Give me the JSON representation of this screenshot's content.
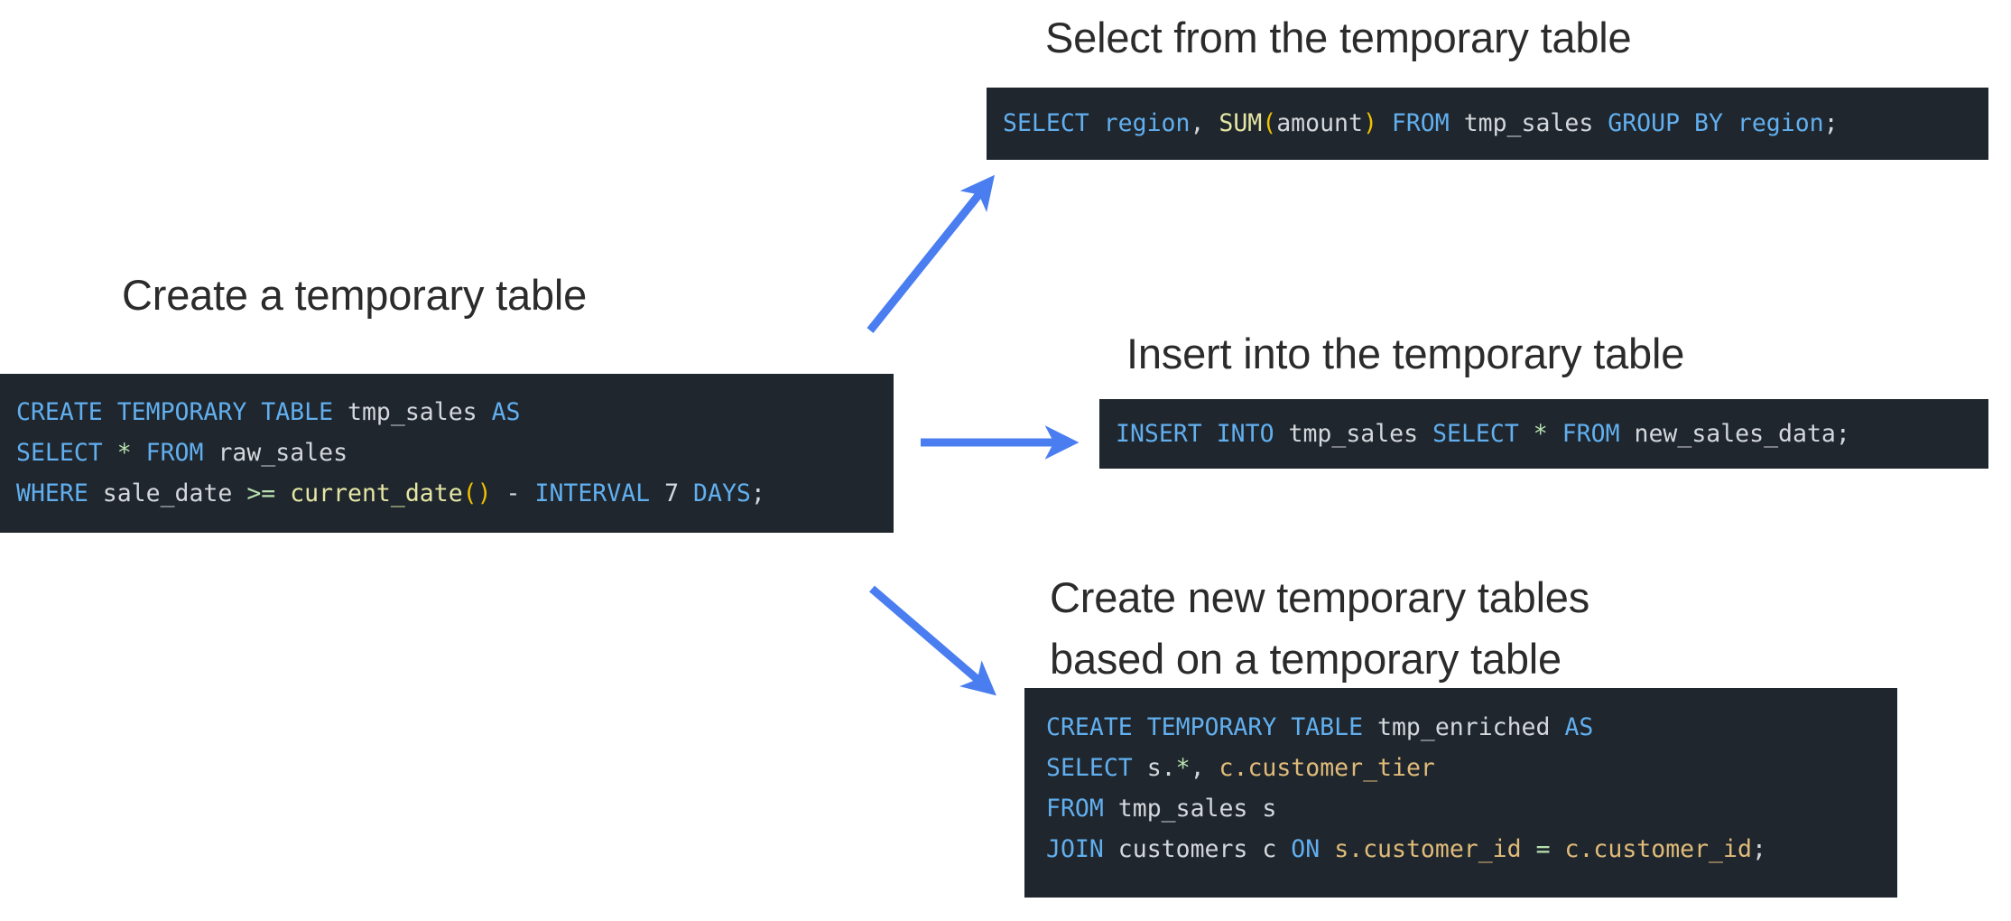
{
  "page": {
    "background": "#ffffff",
    "heading_color": "#2b2b2b",
    "code_background": "#1f262d",
    "arrow_color": "#4a7ef0"
  },
  "headings": {
    "select": "Select from the temporary table",
    "create": "Create a temporary table",
    "insert": "Insert into the temporary table",
    "enrich": "Create new temporary tables\nbased on a temporary table"
  },
  "code_blocks": {
    "create": {
      "lines": [
        "CREATE TEMPORARY TABLE tmp_sales AS",
        "SELECT * FROM raw_sales",
        "WHERE sale_date >= current_date() - INTERVAL 7 DAYS;"
      ],
      "tokens": [
        [
          {
            "t": "CREATE",
            "c": "kw"
          },
          {
            "t": " ",
            "c": "id"
          },
          {
            "t": "TEMPORARY",
            "c": "kw"
          },
          {
            "t": " ",
            "c": "id"
          },
          {
            "t": "TABLE",
            "c": "kw"
          },
          {
            "t": " ",
            "c": "id"
          },
          {
            "t": "tmp_sales",
            "c": "id"
          },
          {
            "t": " ",
            "c": "id"
          },
          {
            "t": "AS",
            "c": "kw"
          }
        ],
        [
          {
            "t": "SELECT",
            "c": "kw"
          },
          {
            "t": " ",
            "c": "id"
          },
          {
            "t": "*",
            "c": "op"
          },
          {
            "t": " ",
            "c": "id"
          },
          {
            "t": "FROM",
            "c": "kw"
          },
          {
            "t": " ",
            "c": "id"
          },
          {
            "t": "raw_sales",
            "c": "id"
          }
        ],
        [
          {
            "t": "WHERE",
            "c": "kw"
          },
          {
            "t": " ",
            "c": "id"
          },
          {
            "t": "sale_date",
            "c": "id"
          },
          {
            "t": " ",
            "c": "id"
          },
          {
            "t": ">=",
            "c": "op"
          },
          {
            "t": " ",
            "c": "id"
          },
          {
            "t": "current_date",
            "c": "fn"
          },
          {
            "t": "()",
            "c": "par"
          },
          {
            "t": " ",
            "c": "id"
          },
          {
            "t": "-",
            "c": "id"
          },
          {
            "t": " ",
            "c": "id"
          },
          {
            "t": "INTERVAL",
            "c": "kw"
          },
          {
            "t": " ",
            "c": "id"
          },
          {
            "t": "7",
            "c": "num"
          },
          {
            "t": " ",
            "c": "id"
          },
          {
            "t": "DAYS",
            "c": "kw"
          },
          {
            "t": ";",
            "c": "punc"
          }
        ]
      ]
    },
    "select": {
      "lines": [
        "SELECT region, SUM(amount) FROM tmp_sales GROUP BY region;"
      ],
      "tokens": [
        [
          {
            "t": "SELECT",
            "c": "kw"
          },
          {
            "t": " ",
            "c": "id"
          },
          {
            "t": "region",
            "c": "kw"
          },
          {
            "t": ",",
            "c": "punc"
          },
          {
            "t": " ",
            "c": "id"
          },
          {
            "t": "SUM",
            "c": "fn"
          },
          {
            "t": "(",
            "c": "par"
          },
          {
            "t": "amount",
            "c": "id"
          },
          {
            "t": ")",
            "c": "par"
          },
          {
            "t": " ",
            "c": "id"
          },
          {
            "t": "FROM",
            "c": "kw"
          },
          {
            "t": " ",
            "c": "id"
          },
          {
            "t": "tmp_sales",
            "c": "id"
          },
          {
            "t": " ",
            "c": "id"
          },
          {
            "t": "GROUP",
            "c": "kw"
          },
          {
            "t": " ",
            "c": "id"
          },
          {
            "t": "BY",
            "c": "kw"
          },
          {
            "t": " ",
            "c": "id"
          },
          {
            "t": "region",
            "c": "kw"
          },
          {
            "t": ";",
            "c": "punc"
          }
        ]
      ]
    },
    "insert": {
      "lines": [
        "INSERT INTO tmp_sales SELECT * FROM new_sales_data;"
      ],
      "tokens": [
        [
          {
            "t": "INSERT",
            "c": "kw"
          },
          {
            "t": " ",
            "c": "id"
          },
          {
            "t": "INTO",
            "c": "kw"
          },
          {
            "t": " ",
            "c": "id"
          },
          {
            "t": "tmp_sales",
            "c": "id"
          },
          {
            "t": " ",
            "c": "id"
          },
          {
            "t": "SELECT",
            "c": "kw"
          },
          {
            "t": " ",
            "c": "id"
          },
          {
            "t": "*",
            "c": "op"
          },
          {
            "t": " ",
            "c": "id"
          },
          {
            "t": "FROM",
            "c": "kw"
          },
          {
            "t": " ",
            "c": "id"
          },
          {
            "t": "new_sales_data",
            "c": "id"
          },
          {
            "t": ";",
            "c": "punc"
          }
        ]
      ]
    },
    "enrich": {
      "lines": [
        "CREATE TEMPORARY TABLE tmp_enriched AS",
        "SELECT s.*, c.customer_tier",
        "FROM tmp_sales s",
        "JOIN customers c ON s.customer_id = c.customer_id;"
      ],
      "tokens": [
        [
          {
            "t": "CREATE",
            "c": "kw"
          },
          {
            "t": " ",
            "c": "id"
          },
          {
            "t": "TEMPORARY",
            "c": "kw"
          },
          {
            "t": " ",
            "c": "id"
          },
          {
            "t": "TABLE",
            "c": "kw"
          },
          {
            "t": " ",
            "c": "id"
          },
          {
            "t": "tmp_enriched",
            "c": "id"
          },
          {
            "t": " ",
            "c": "id"
          },
          {
            "t": "AS",
            "c": "kw"
          }
        ],
        [
          {
            "t": "SELECT",
            "c": "kw"
          },
          {
            "t": " ",
            "c": "id"
          },
          {
            "t": "s.",
            "c": "id"
          },
          {
            "t": "*",
            "c": "op"
          },
          {
            "t": ",",
            "c": "punc"
          },
          {
            "t": " ",
            "c": "id"
          },
          {
            "t": "c.customer_tier",
            "c": "col"
          }
        ],
        [
          {
            "t": "FROM",
            "c": "kw"
          },
          {
            "t": " ",
            "c": "id"
          },
          {
            "t": "tmp_sales",
            "c": "id"
          },
          {
            "t": " ",
            "c": "id"
          },
          {
            "t": "s",
            "c": "id"
          }
        ],
        [
          {
            "t": "JOIN",
            "c": "kw"
          },
          {
            "t": " ",
            "c": "id"
          },
          {
            "t": "customers",
            "c": "id"
          },
          {
            "t": " ",
            "c": "id"
          },
          {
            "t": "c",
            "c": "id"
          },
          {
            "t": " ",
            "c": "id"
          },
          {
            "t": "ON",
            "c": "kw"
          },
          {
            "t": " ",
            "c": "id"
          },
          {
            "t": "s.customer_id",
            "c": "col"
          },
          {
            "t": " ",
            "c": "id"
          },
          {
            "t": "=",
            "c": "op"
          },
          {
            "t": " ",
            "c": "id"
          },
          {
            "t": "c.customer_id",
            "c": "col"
          },
          {
            "t": ";",
            "c": "punc"
          }
        ]
      ]
    }
  },
  "arrows": [
    {
      "name": "arrow-to-select",
      "direction": "up-right",
      "color": "#4a7ef0"
    },
    {
      "name": "arrow-to-insert",
      "direction": "right",
      "color": "#4a7ef0"
    },
    {
      "name": "arrow-to-enrich",
      "direction": "down-right",
      "color": "#4a7ef0"
    }
  ]
}
